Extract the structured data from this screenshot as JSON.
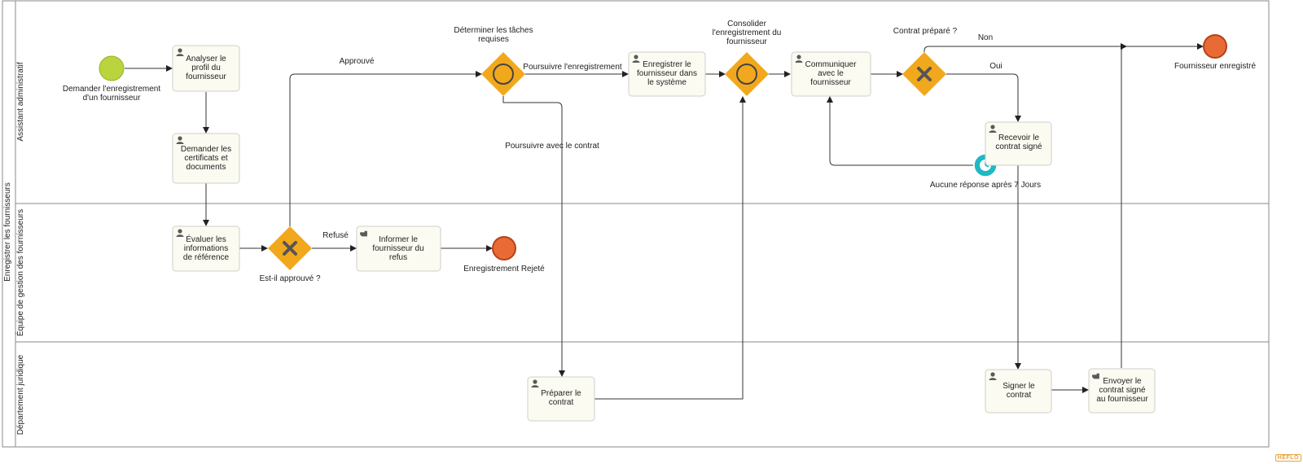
{
  "pool": {
    "label": "Enregistrer les fournisseurs"
  },
  "lanes": [
    {
      "id": "admin",
      "label": "Assistant administratif"
    },
    {
      "id": "gestion",
      "label": "Équipe de gestion des fournisseurs"
    },
    {
      "id": "juridique",
      "label": "Département juridique"
    }
  ],
  "events": {
    "start": {
      "label_lines": [
        "Demander l'enregistrement",
        "d'un fournisseur"
      ],
      "color": "#b9d43c"
    },
    "end_rejete": {
      "label": "Enregistrement Rejeté",
      "color": "#e96a34"
    },
    "end_enregistre": {
      "label": "Fournisseur enregistré",
      "color": "#e96a34"
    },
    "timer": {
      "label": "Aucune réponse après 7 Jours",
      "color": "#1fb8c4"
    }
  },
  "gateways": {
    "determiner": {
      "label_lines": [
        "Déterminer les tâches",
        "requises"
      ]
    },
    "consolider": {
      "label_lines": [
        "Consolider",
        "l'enregistrement du",
        "fournisseur"
      ]
    },
    "contrat_prepare": {
      "label": "Contrat préparé ?"
    },
    "approuve": {
      "label": "Est-il approuvé ?"
    },
    "color": "#f2a81d"
  },
  "tasks": {
    "analyser": {
      "lines": [
        "Analyser le",
        "profil du",
        "fournisseur"
      ]
    },
    "demander_certificats": {
      "lines": [
        "Demander les",
        "certificats et",
        "documents"
      ]
    },
    "evaluer": {
      "lines": [
        "Évaluer les",
        "informations",
        "de référence"
      ]
    },
    "informer": {
      "lines": [
        "Informer le",
        "fournisseur du",
        "refus"
      ]
    },
    "enregistrer_systeme": {
      "lines": [
        "Enregistrer le",
        "fournisseur dans",
        "le système"
      ]
    },
    "communiquer": {
      "lines": [
        "Communiquer",
        "avec le",
        "fournisseur"
      ]
    },
    "recevoir": {
      "lines": [
        "Recevoir le",
        "contrat signé"
      ]
    },
    "preparer": {
      "lines": [
        "Préparer le",
        "contrat"
      ]
    },
    "signer": {
      "lines": [
        "Signer le",
        "contrat"
      ]
    },
    "envoyer": {
      "lines": [
        "Envoyer le",
        "contrat signé",
        "au fournisseur"
      ]
    }
  },
  "flows": {
    "approuve": "Approuvé",
    "refuse": "Refusé",
    "poursuivre_enregistrement": "Poursuivre l'enregistrement",
    "poursuivre_contrat": "Poursuivre avec le contrat",
    "non": "Non",
    "oui": "Oui"
  },
  "brand": {
    "logo_text": "HEFLO"
  }
}
